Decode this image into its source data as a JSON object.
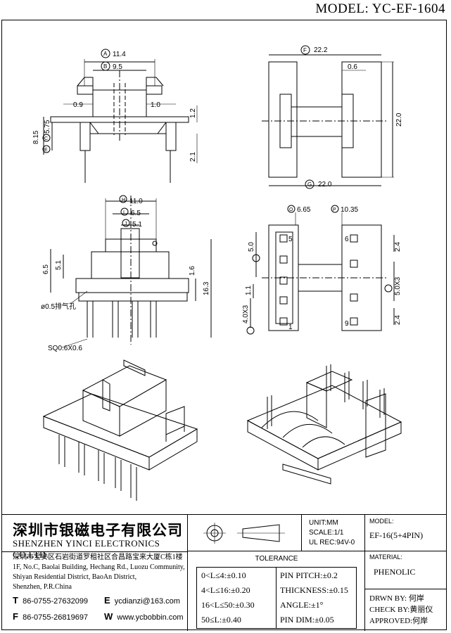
{
  "header": {
    "model_label": "MODEL: YC-EF-1604"
  },
  "drawing": {
    "front_view": {
      "A": "11.4",
      "B": "9.5",
      "left_gap": "0.9",
      "right_gap": "1.0",
      "C": "5.75",
      "E": "8.15",
      "h1": "1.2",
      "h2": "2.1"
    },
    "top_view": {
      "F": "22.2",
      "G": "22.0",
      "side": "22.0",
      "gap": "0.6"
    },
    "side_view": {
      "H": "11.0",
      "I": "6.5",
      "J": "5.1",
      "K": "6.5",
      "L": "5.1",
      "h": "1.6",
      "M": "16.3",
      "vent_note": "ø0.5排气孔",
      "pin_note": "SQ0.6X0.6"
    },
    "bottom_view": {
      "O": "6.65",
      "P": "10.35",
      "Q": "5.0",
      "R": "1.1",
      "S": "5.0X3",
      "T": "4.0X3",
      "t1": "2.4",
      "t2": "2.4",
      "pin1": "1",
      "pin5": "5",
      "pin6": "6",
      "pin9": "9"
    }
  },
  "company": {
    "name_cn": "深圳市银磁电子有限公司",
    "name_en": "SHENZHEN YINCI ELECTRONICS CO,LTD.",
    "address_cn": "深圳市宝安区石岩街道罗租社区合昌路宝来大厦C栋1楼",
    "address_en": [
      "1F, No.C, Baolai Building, Hechang Rd., Luozu Community,",
      "Shiyan Residential District, BaoAn District,",
      "Shenzhen, P.R.China"
    ],
    "tel_label": "T",
    "tel": "86-0755-27632099",
    "fax_label": "F",
    "fax": "86-0755-26819697",
    "email_label": "E",
    "email": "ycdianzi@163.com",
    "web_label": "W",
    "web": "www.ycbobbin.com"
  },
  "units": {
    "unit": "UNIT:MM",
    "scale": "SCALE:1/1",
    "ul": "UL REC:94V-0"
  },
  "tolerance": {
    "title": "TOLERANCE",
    "rows": [
      {
        "range": "0<L≤4:±0.10",
        "spec": "PIN PITCH:±0.2"
      },
      {
        "range": "4<L≤16:±0.20",
        "spec": "THICKNESS:±0.15"
      },
      {
        "range": "16<L≤50:±0.30",
        "spec": "ANGLE:±1°"
      },
      {
        "range": "50≤L:±0.40",
        "spec": "PIN DIM:±0.05"
      }
    ]
  },
  "model_box": {
    "label": "MODEL:",
    "value": "EF-16(5+4PIN)"
  },
  "material": {
    "label": "MATERIAL:",
    "value": "PHENOLIC"
  },
  "approval": {
    "drawn_label": "DRWN BY:",
    "drawn": "何岸",
    "check_label": "CHECK BY:",
    "check": "黄丽仪",
    "approved_label": "APPROVED:",
    "approved": "何岸"
  }
}
